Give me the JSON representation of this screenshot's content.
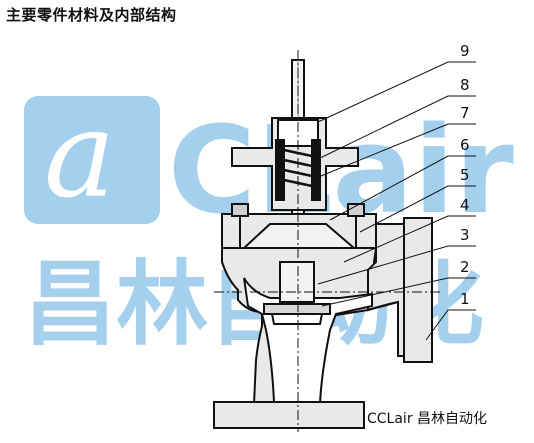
{
  "title": "主要零件材料及内部结构",
  "watermark": {
    "logo_letters": "CCLair",
    "logo_cn": "昌林自动化",
    "color": "#5aa8e0"
  },
  "callouts": [
    "9",
    "8",
    "7",
    "6",
    "5",
    "4",
    "3",
    "2",
    "1"
  ],
  "brand_caption": "CCLair 昌林自动化",
  "colors": {
    "line": "#111111",
    "fill": "#e9e9e9",
    "watermark": "#5aa8e0"
  }
}
